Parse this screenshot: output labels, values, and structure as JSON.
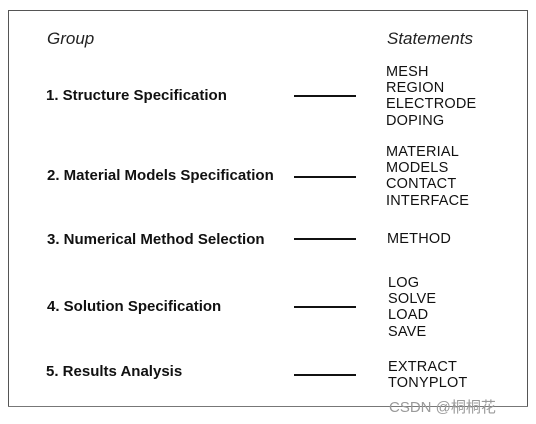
{
  "header": {
    "group": "Group",
    "statements": "Statements"
  },
  "groups": [
    {
      "label": "1. Structure Specification",
      "statements": [
        "MESH",
        "REGION",
        "ELECTRODE",
        "DOPING"
      ]
    },
    {
      "label": "2. Material Models Specification",
      "statements": [
        "MATERIAL",
        "MODELS",
        "CONTACT",
        "INTERFACE"
      ]
    },
    {
      "label": "3. Numerical Method Selection",
      "statements": [
        "METHOD"
      ]
    },
    {
      "label": "4. Solution Specification",
      "statements": [
        "LOG",
        "SOLVE",
        "LOAD",
        "SAVE"
      ]
    },
    {
      "label": "5. Results Analysis",
      "statements": [
        "EXTRACT",
        "TONYPLOT"
      ]
    }
  ],
  "watermark": "CSDN @桐桐花"
}
